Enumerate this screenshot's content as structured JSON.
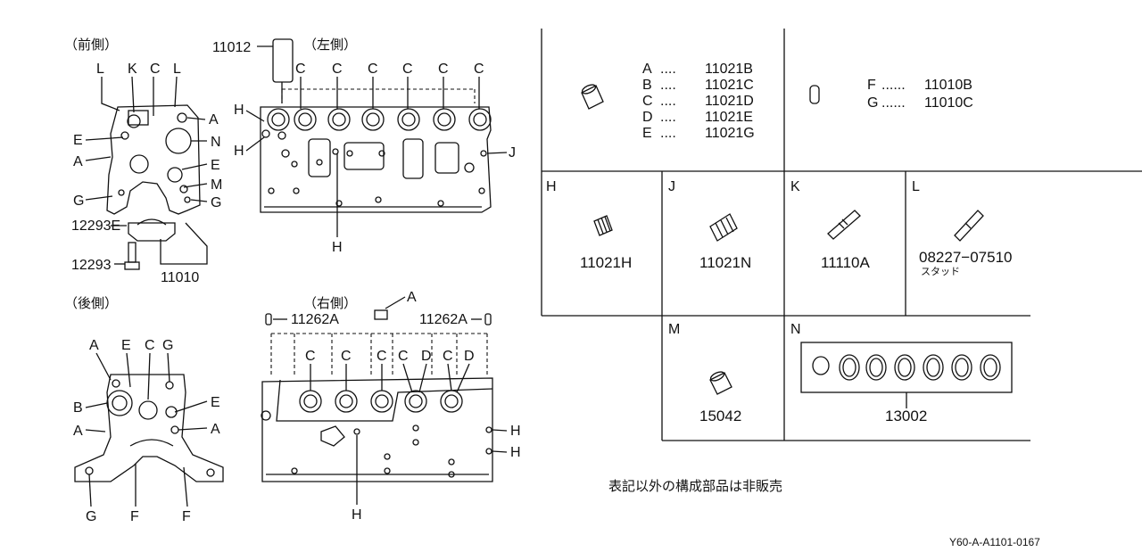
{
  "views": {
    "front": {
      "title": "（前側）",
      "callouts": [
        "L",
        "K",
        "C",
        "L",
        "A",
        "E",
        "N",
        "A",
        "E",
        "M",
        "G",
        "G"
      ],
      "parts": [
        "12293E",
        "12293",
        "11010"
      ]
    },
    "left": {
      "title": "（左側）",
      "part_top": "11012",
      "callouts": [
        "C",
        "C",
        "C",
        "C",
        "C",
        "C",
        "H",
        "H",
        "J",
        "H"
      ]
    },
    "rear": {
      "title": "（後側）",
      "callouts": [
        "A",
        "E",
        "C",
        "G",
        "B",
        "E",
        "A",
        "A",
        "G",
        "F",
        "F"
      ]
    },
    "right": {
      "title": "（右側）",
      "part_left": "11262A",
      "part_right": "11262A",
      "callouts": [
        "A",
        "C",
        "C",
        "C",
        "C",
        "D",
        "C",
        "D",
        "H",
        "H",
        "H"
      ]
    }
  },
  "legend": {
    "group1": [
      {
        "key": "A",
        "dots": "....",
        "part": "11021B"
      },
      {
        "key": "B",
        "dots": "....",
        "part": "11021C"
      },
      {
        "key": "C",
        "dots": "....",
        "part": "11021D"
      },
      {
        "key": "D",
        "dots": "....",
        "part": "11021E"
      },
      {
        "key": "E",
        "dots": "....",
        "part": "11021G"
      }
    ],
    "group2": [
      {
        "key": "F",
        "dots": "......",
        "part": "11010B"
      },
      {
        "key": "G",
        "dots": "......",
        "part": "11010C"
      }
    ],
    "cells": [
      {
        "letter": "H",
        "part": "11021H"
      },
      {
        "letter": "J",
        "part": "11021N"
      },
      {
        "letter": "K",
        "part": "11110A"
      },
      {
        "letter": "L",
        "part": "08227−07510",
        "note": "スタッド"
      },
      {
        "letter": "M",
        "part": "15042"
      },
      {
        "letter": "N",
        "part": "13002"
      }
    ]
  },
  "footnote": "表記以外の構成部品は非販売",
  "diagram_code": "Y60-A-A1101-0167"
}
